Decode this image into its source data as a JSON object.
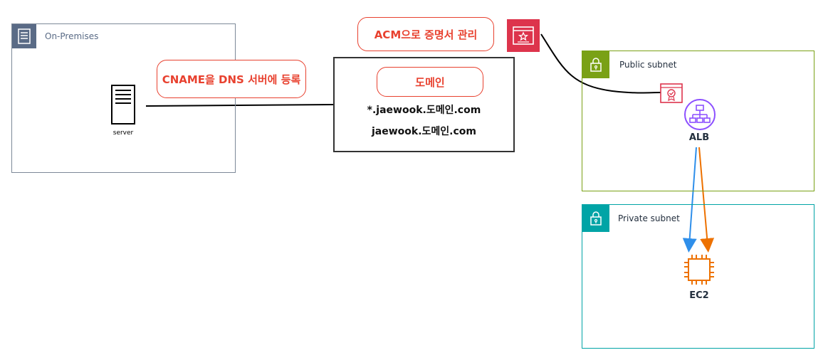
{
  "groups": {
    "on_premises": {
      "label": "On-Premises",
      "color": "#5a6b86"
    },
    "public_subnet": {
      "label": "Public subnet",
      "color": "#7aa116"
    },
    "private_subnet": {
      "label": "Private subnet",
      "color": "#00a4a6"
    }
  },
  "callouts": {
    "cname": "CNAME을 DNS 서버에 등록",
    "acm": "ACM으로 증명서 관리",
    "domain_title": "도메인"
  },
  "domain_box": {
    "line1": "*.jaewook.도메인.com",
    "line2": "jaewook.도메인.com"
  },
  "nodes": {
    "server": {
      "label": "server",
      "icon": "server-icon"
    },
    "alb": {
      "label": "ALB",
      "icon": "load-balancer-icon",
      "color": "#8c4fff"
    },
    "ec2": {
      "label": "EC2",
      "icon": "ec2-instance-icon",
      "color": "#ed7100"
    },
    "acm": {
      "icon": "certificate-manager-icon",
      "color": "#dd344c"
    },
    "alb_cert": {
      "icon": "certificate-icon",
      "color": "#dd344c"
    }
  },
  "colors": {
    "callout": "#e8412f",
    "arrow_blue": "#2f8fea",
    "arrow_orange": "#ed7100"
  }
}
